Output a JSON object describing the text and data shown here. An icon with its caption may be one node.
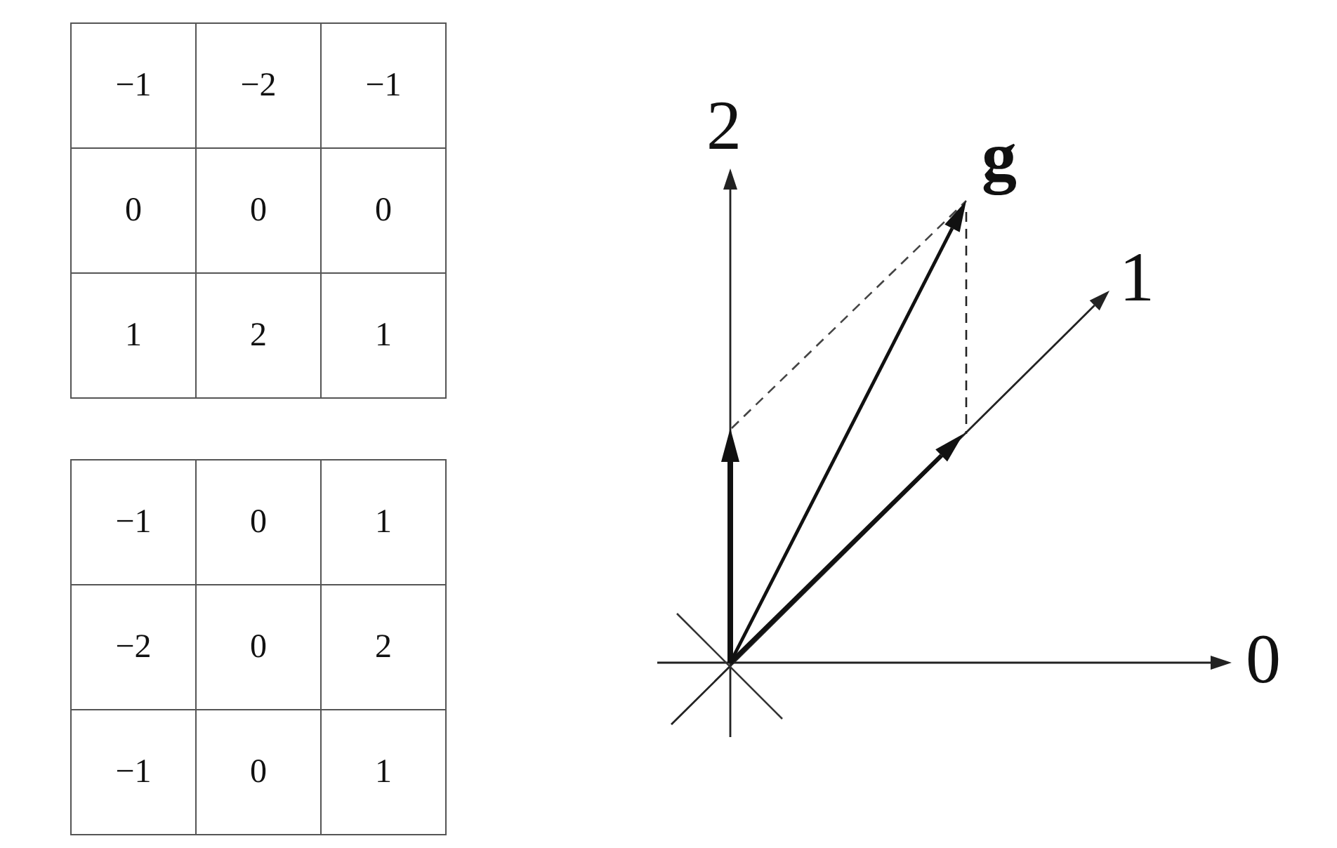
{
  "diagram": {
    "labels": [
      "−1",
      "−2",
      "−1",
      "0",
      "0",
      "0",
      "1",
      "2",
      "1",
      "−1",
      "0",
      "1",
      "−2",
      "0",
      "2",
      "−1",
      "0",
      "1",
      "2",
      "g",
      "1",
      "0"
    ]
  }
}
